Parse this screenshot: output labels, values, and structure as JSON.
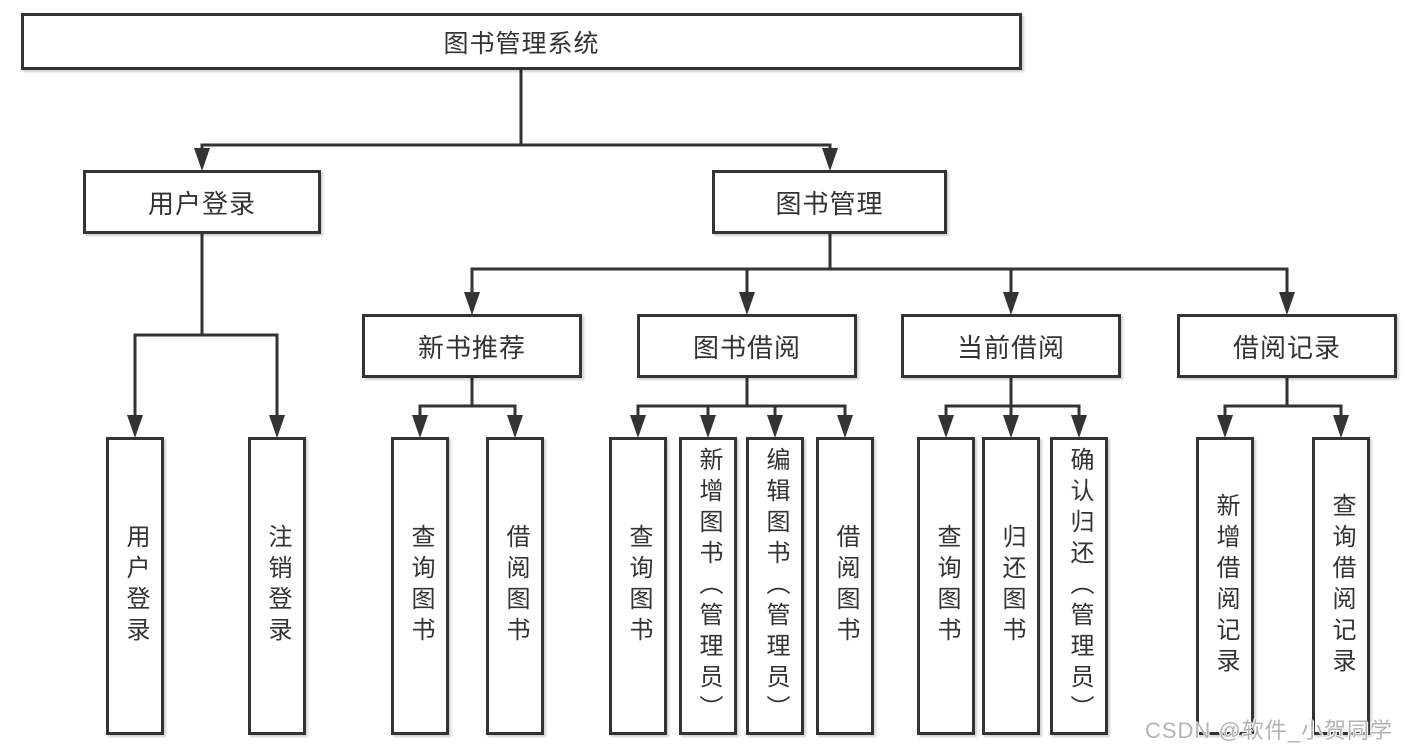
{
  "tree": {
    "root": {
      "label": "图书管理系统"
    },
    "branches": [
      {
        "label": "用户登录",
        "children": [
          {
            "label": "用户登录"
          },
          {
            "label": "注销登录"
          }
        ]
      },
      {
        "label": "图书管理",
        "children": [
          {
            "label": "新书推荐",
            "children": [
              {
                "label": "查询图书"
              },
              {
                "label": "借阅图书"
              }
            ]
          },
          {
            "label": "图书借阅",
            "children": [
              {
                "label": "查询图书"
              },
              {
                "label": "新增图书（管理员）"
              },
              {
                "label": "编辑图书（管理员）"
              },
              {
                "label": "借阅图书"
              }
            ]
          },
          {
            "label": "当前借阅",
            "children": [
              {
                "label": "查询图书"
              },
              {
                "label": "归还图书"
              },
              {
                "label": "确认归还（管理员）"
              }
            ]
          },
          {
            "label": "借阅记录",
            "children": [
              {
                "label": "新增借阅记录"
              },
              {
                "label": "查询借阅记录"
              }
            ]
          }
        ]
      }
    ]
  },
  "watermark": "CSDN @软件_小贺同学",
  "colors": {
    "line": "#333333",
    "box_border": "#333333",
    "box_background": "#ffffff",
    "text": "#333333",
    "watermark_text": "#b3b3b3"
  }
}
